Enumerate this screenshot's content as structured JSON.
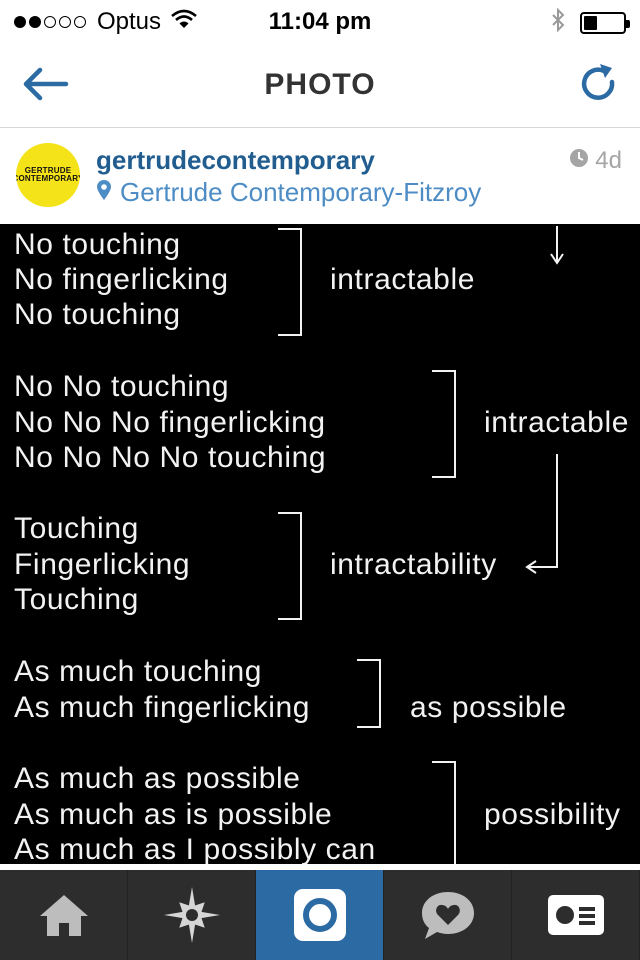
{
  "status_bar": {
    "carrier": "Optus",
    "time": "11:04 pm",
    "signal_bars_filled": 2,
    "signal_bars_total": 5,
    "battery_level": 0.35
  },
  "nav": {
    "title": "PHOTO",
    "back_icon": "back-arrow-icon",
    "refresh_icon": "refresh-icon"
  },
  "post": {
    "avatar_text": [
      "GERTRUDE",
      "CONTEMPORARY"
    ],
    "username": "gertrudecontemporary",
    "location": "Gertrude Contemporary-Fitzroy",
    "time_ago": "4d"
  },
  "photo": {
    "blocks": [
      {
        "lines": [
          "No touching",
          "No fingerlicking",
          "No touching"
        ],
        "label": "intractable"
      },
      {
        "lines": [
          "No No touching",
          "No No No fingerlicking",
          "No No No No touching"
        ],
        "label": "intractable"
      },
      {
        "lines": [
          "Touching",
          "Fingerlicking",
          "Touching"
        ],
        "label": "intractability"
      },
      {
        "lines": [
          "As much touching",
          "As much fingerlicking"
        ],
        "label": "as possible"
      },
      {
        "lines": [
          "As much as possible",
          "As much as is possible",
          "As much as I possibly can"
        ],
        "label": "possibility"
      }
    ]
  },
  "tabs": [
    {
      "icon": "home-icon",
      "active": false
    },
    {
      "icon": "explore-star-icon",
      "active": false
    },
    {
      "icon": "camera-icon",
      "active": true
    },
    {
      "icon": "activity-heart-bubble-icon",
      "active": false
    },
    {
      "icon": "profile-card-icon",
      "active": false
    }
  ],
  "colors": {
    "accent": "#2c6aa3",
    "username": "#215d8f",
    "location": "#4d8cc4",
    "tab_bar": "#2d2d2d"
  }
}
